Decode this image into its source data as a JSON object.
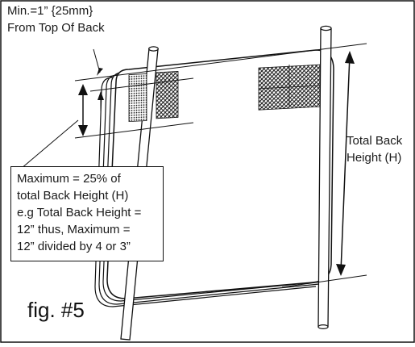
{
  "annotations": {
    "top_note": [
      "Min.=1” {25mm}",
      "From Top Of Back"
    ],
    "right_note": [
      "Total Back",
      "Height (H)"
    ],
    "box_note": [
      "Maximum = 25% of",
      "total Back Height (H)",
      "e.g Total Back Height =",
      "12” thus, Maximum =",
      "12” divided by 4 or 3”"
    ],
    "figure_label": "fig. #5"
  },
  "colors": {
    "line": "#111111",
    "hatch": "#111111",
    "background": "#ffffff"
  }
}
